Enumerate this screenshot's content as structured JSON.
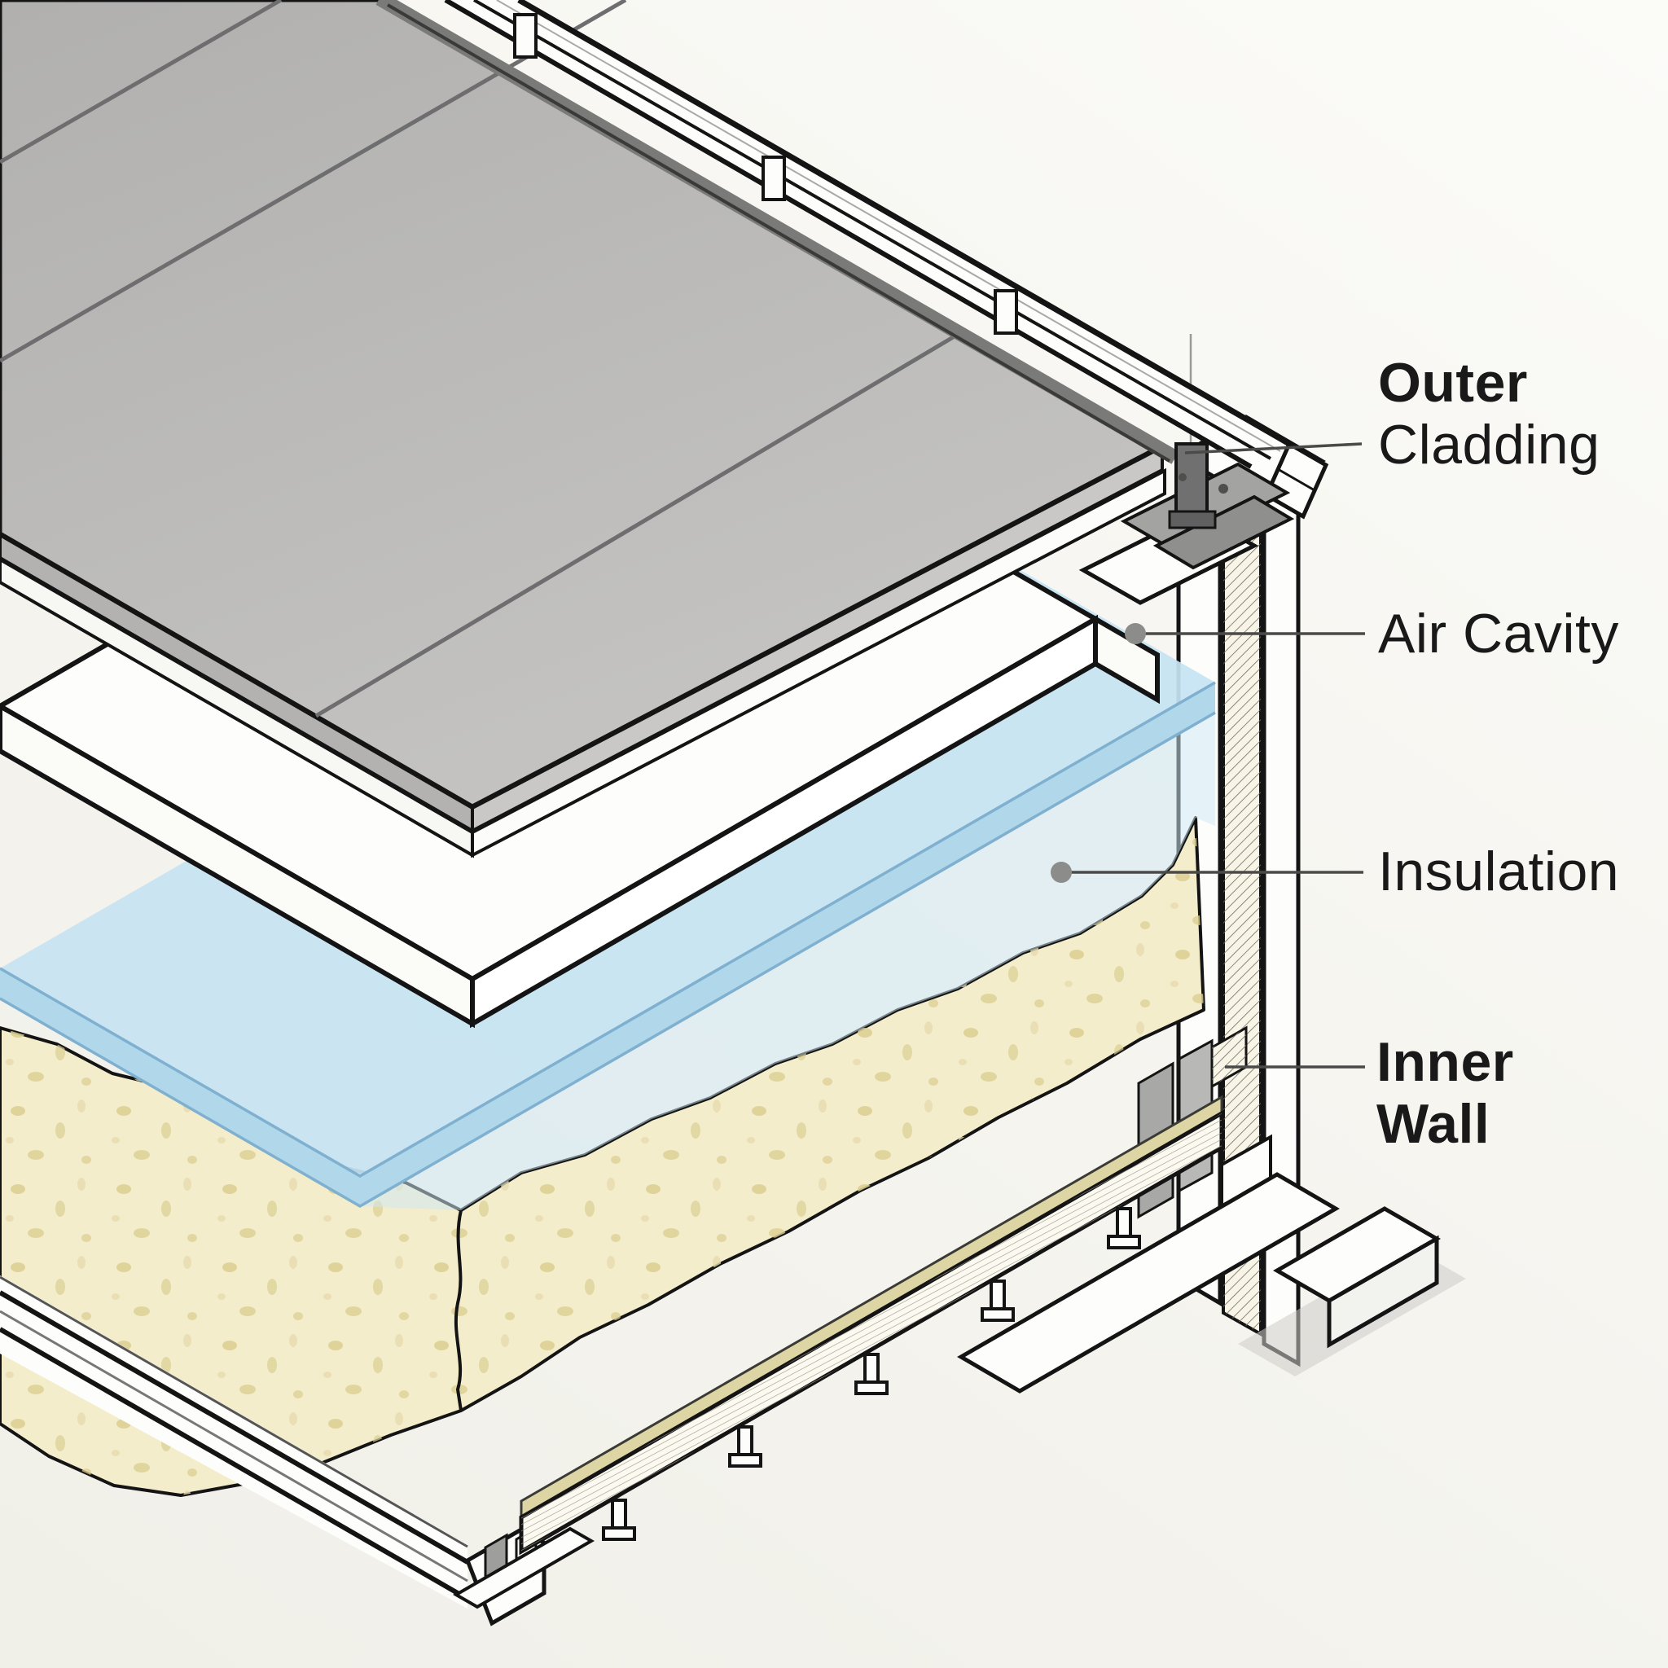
{
  "diagram": {
    "type": "exploded-isometric-wall-assembly",
    "labels": {
      "outer_cladding": {
        "line1": "Outer",
        "line2": "Cladding"
      },
      "air_cavity": {
        "text": "Air Cavity"
      },
      "insulation": {
        "text": "Insulation"
      },
      "inner_wall": {
        "line1": "Inner",
        "line2": "Wall"
      }
    },
    "layers_depicted": [
      "Outer Cladding",
      "Air Cavity",
      "Insulation",
      "Inner Wall"
    ],
    "colors": {
      "label_text": "#191919",
      "outline": "#141414",
      "panel_gray": "#b7b6b4",
      "panel_gray_light": "#c7c6c4",
      "panel_edge_dark": "#7a7a78",
      "seam_gray": "#6e6e70",
      "board_white": "#fdfdfb",
      "insulation_blue": "#c6e3f2",
      "insulation_blue_side": "#b0d7ea",
      "insulation_blue_edge": "#7fb0d0",
      "mineral_wool": "#f3edcb",
      "mineral_wool_speckle": "#dccf92",
      "metal_gray": "#9d9d9b",
      "metal_gray_dark": "#707070",
      "wood_tan": "#ddd5a4",
      "hatch_line": "#6d6d68",
      "leader": "#4a4a48",
      "leader_dot": "#8c8c8a"
    }
  }
}
